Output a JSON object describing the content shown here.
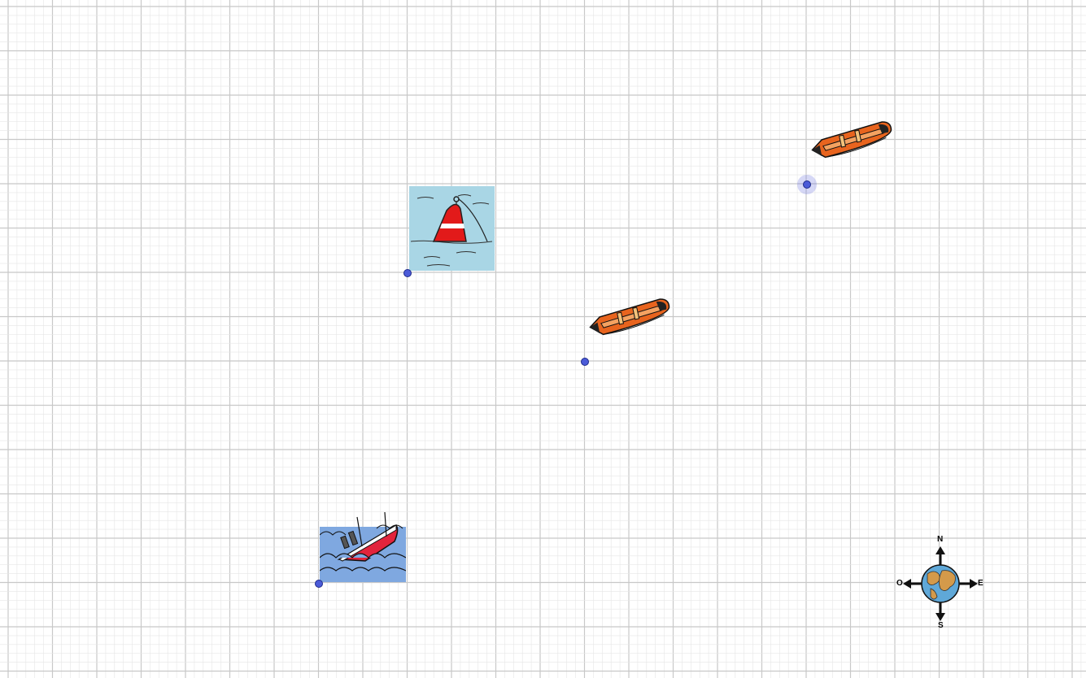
{
  "canvas": {
    "background": "#ffffff",
    "grid_minor_color": "#e6e6e6",
    "grid_major_color": "#c8c8c8"
  },
  "points": [
    {
      "id": "buoy-point",
      "selected": false
    },
    {
      "id": "boat-point",
      "selected": false
    },
    {
      "id": "lifeboat-point",
      "selected": true
    },
    {
      "id": "shipwreck-point",
      "selected": false
    }
  ],
  "images": [
    {
      "id": "buoy",
      "icon": "buoy-icon"
    },
    {
      "id": "boat-middle",
      "icon": "inflatable-boat-icon"
    },
    {
      "id": "boat-top",
      "icon": "inflatable-boat-icon"
    },
    {
      "id": "shipwreck",
      "icon": "sinking-ship-icon"
    },
    {
      "id": "compass",
      "icon": "compass-rose-icon"
    }
  ],
  "compass": {
    "north": "N",
    "south": "S",
    "east": "E",
    "west": "O"
  },
  "colors": {
    "point_fill": "#4b5bd8",
    "boat_orange": "#e8641e",
    "buoy_red": "#e21a1a",
    "sea_blue": "#a9d6e5"
  }
}
